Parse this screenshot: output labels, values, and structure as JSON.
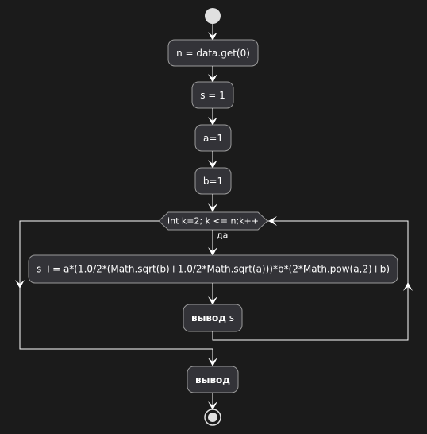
{
  "diagram": {
    "nodes": {
      "n_assign": "n = data.get(0)",
      "s_assign": "s = 1",
      "a_assign": "a=1",
      "b_assign": "b=1",
      "loop_condition": "int k=2; k <= n;k++",
      "loop_body": "s += a*(1.0/2*(Math.sqrt(b)+1.0/2*Math.sqrt(a)))*b*(2*Math.pow(a,2)+b)",
      "output_s_keyword": "вывод",
      "output_s_value": " s",
      "output_final_keyword": "вывод"
    },
    "edge_labels": {
      "loop_yes": "да"
    }
  },
  "colors": {
    "background": "#1b1b1b",
    "node_fill": "#333338",
    "node_border": "#9a9a9a",
    "line": "#ffffff",
    "start_circle": "#e0e0e0"
  }
}
